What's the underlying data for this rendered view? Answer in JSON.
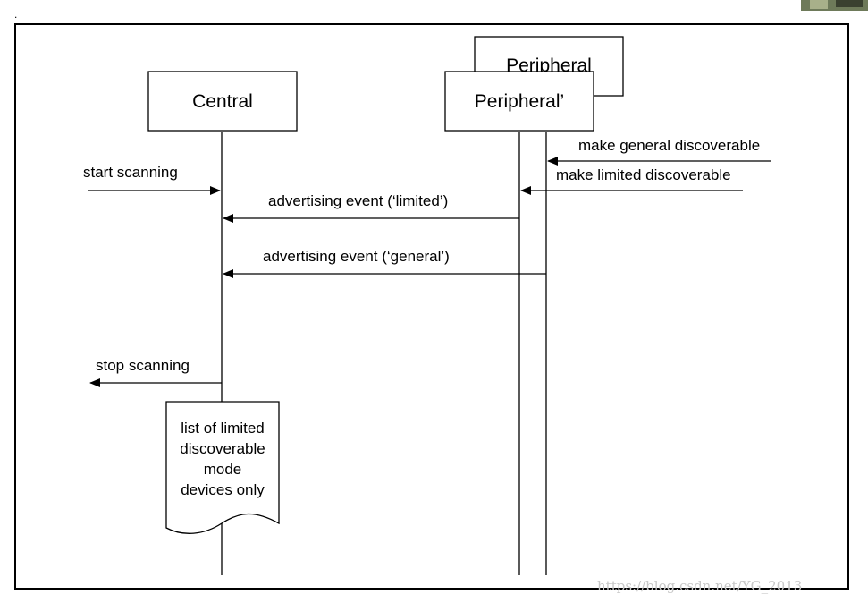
{
  "top_dot": ".",
  "participants": {
    "central": "Central",
    "peripheral_back": "Peripheral",
    "peripheral_front": "Peripheral’"
  },
  "messages": {
    "make_general": "make general discoverable",
    "make_limited": "make limited discoverable",
    "start_scanning": "start scanning",
    "adv_limited": "advertising event (‘limited’)",
    "adv_general": "advertising event (‘general’)",
    "stop_scanning": "stop scanning"
  },
  "note": {
    "lines": [
      "list of limited",
      "discoverable",
      "mode",
      "devices only"
    ]
  },
  "watermark": "https://blog.csdn.net/YG_2013",
  "colors": {
    "line": "#000000",
    "background": "#ffffff",
    "watermark": "#c8c8c8"
  }
}
